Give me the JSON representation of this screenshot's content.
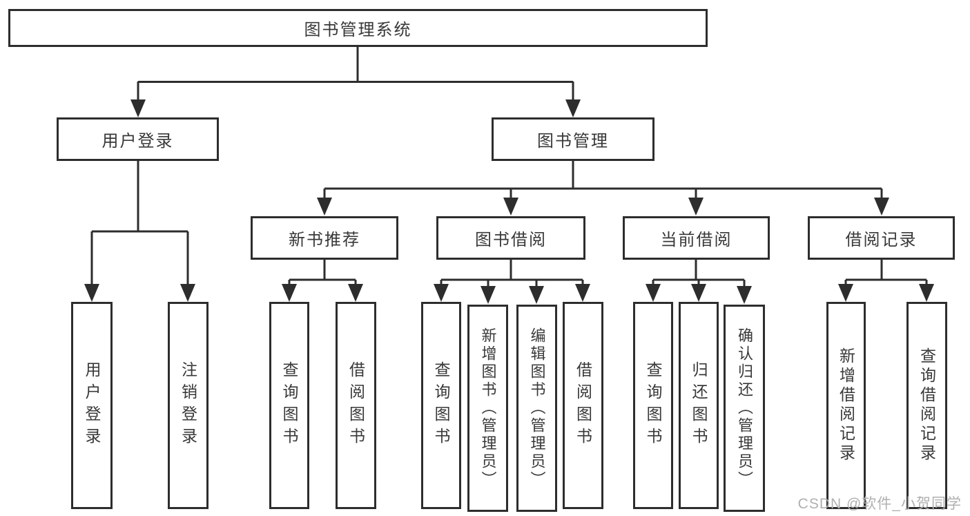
{
  "tree": {
    "label": "图书管理系统",
    "children": [
      {
        "label": "用户登录",
        "children": [
          {
            "label": "用户登录"
          },
          {
            "label": "注销登录"
          }
        ]
      },
      {
        "label": "图书管理",
        "children": [
          {
            "label": "新书推荐",
            "children": [
              {
                "label": "查询图书"
              },
              {
                "label": "借阅图书"
              }
            ]
          },
          {
            "label": "图书借阅",
            "children": [
              {
                "label": "查询图书"
              },
              {
                "label": "新增图书（管理员）"
              },
              {
                "label": "编辑图书（管理员）"
              },
              {
                "label": "借阅图书"
              }
            ]
          },
          {
            "label": "当前借阅",
            "children": [
              {
                "label": "查询图书"
              },
              {
                "label": "归还图书"
              },
              {
                "label": "确认归还（管理员）"
              }
            ]
          },
          {
            "label": "借阅记录",
            "children": [
              {
                "label": "新增借阅记录"
              },
              {
                "label": "查询借阅记录"
              }
            ]
          }
        ]
      }
    ]
  },
  "watermark": {
    "text": "CSDN @软件_小贺同学"
  },
  "colors": {
    "line": "#2d2d2d",
    "text": "#383838",
    "background": "#ffffff",
    "watermark": "#b0b0b0"
  }
}
